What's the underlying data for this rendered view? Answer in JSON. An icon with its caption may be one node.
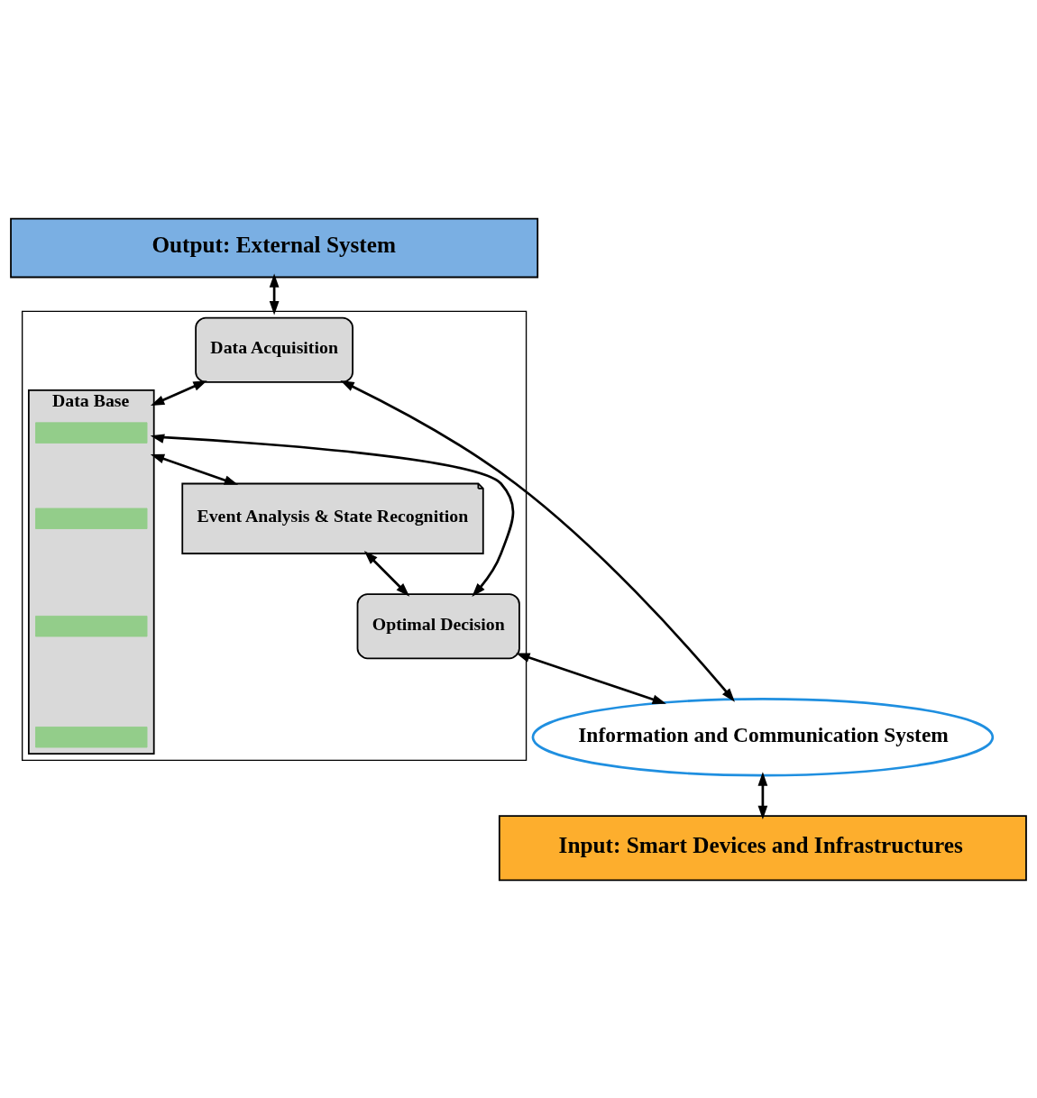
{
  "diagram": {
    "nodes": [
      {
        "text": [
          "Output: External System"
        ]
      },
      {
        "text": [],
        "shape": "box"
      },
      {
        "text": [
          "Data Acquisition"
        ],
        "in": 1
      },
      {
        "text": [
          "Data Base"
        ],
        "in": 1
      },
      {
        "text": [],
        "shape": "bar",
        "in": 3
      },
      {
        "text": [],
        "shape": "bar",
        "in": 3
      },
      {
        "text": [],
        "shape": "bar",
        "in": 3
      },
      {
        "text": [],
        "shape": "bar",
        "in": 3
      },
      {
        "text": [
          "Event Analysis & State Recognition"
        ],
        "in": 1
      },
      {
        "text": [
          "Optimal Decision"
        ],
        "in": 1
      },
      {
        "text": [
          "Information and Communication System"
        ]
      },
      {
        "text": [
          "Input: Smart Devices and Infrastructures"
        ]
      }
    ],
    "edges": [
      {
        "from": 0,
        "to": 1,
        "arrow": "both"
      },
      {
        "from": 2,
        "to": 3,
        "arrow": "both"
      },
      {
        "from": 3,
        "to": 8,
        "arrow": "both"
      },
      {
        "from": 3,
        "to": 9,
        "arrow": "both"
      },
      {
        "from": 8,
        "to": 9,
        "arrow": "both"
      },
      {
        "from": 2,
        "to": 10,
        "arrow": "both"
      },
      {
        "from": 9,
        "to": 10,
        "arrow": "both"
      },
      {
        "from": 10,
        "to": 11,
        "arrow": "both"
      }
    ]
  }
}
